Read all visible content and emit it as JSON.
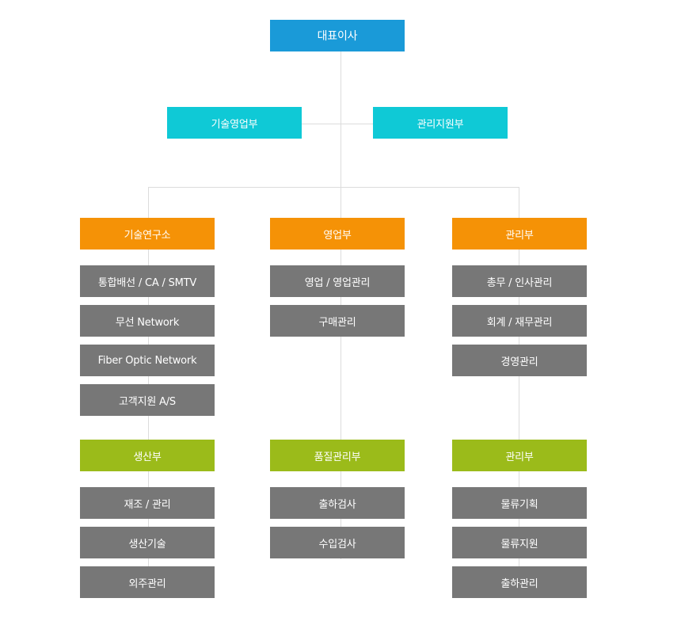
{
  "colors": {
    "ceo": "#1a9ad8",
    "division": "#0fc9d6",
    "department": "#f59206",
    "sub_department": "#9bbb1a",
    "unit": "#777777",
    "connector": "#dcdcdc"
  },
  "ceo": {
    "label": "대표이사"
  },
  "divisions": [
    {
      "label": "기술영업부"
    },
    {
      "label": "관리지원부"
    }
  ],
  "columns": [
    {
      "dept": {
        "label": "기술연구소",
        "units": [
          "통합배선 / CA / SMTV",
          "무선 Network",
          "Fiber Optic Network",
          "고객지원 A/S"
        ]
      },
      "sub": {
        "label": "생산부",
        "units": [
          "재조 / 관리",
          "생산기술",
          "외주관리"
        ]
      }
    },
    {
      "dept": {
        "label": "영업부",
        "units": [
          "영업 / 영업관리",
          "구매관리"
        ]
      },
      "sub": {
        "label": "품질관리부",
        "units": [
          "출하검사",
          "수입검사"
        ]
      }
    },
    {
      "dept": {
        "label": "관리부",
        "units": [
          "총무 / 인사관리",
          "회계 / 재무관리",
          "경영관리"
        ]
      },
      "sub": {
        "label": "관리부",
        "units": [
          "물류기획",
          "물류지원",
          "출하관리"
        ]
      }
    }
  ]
}
